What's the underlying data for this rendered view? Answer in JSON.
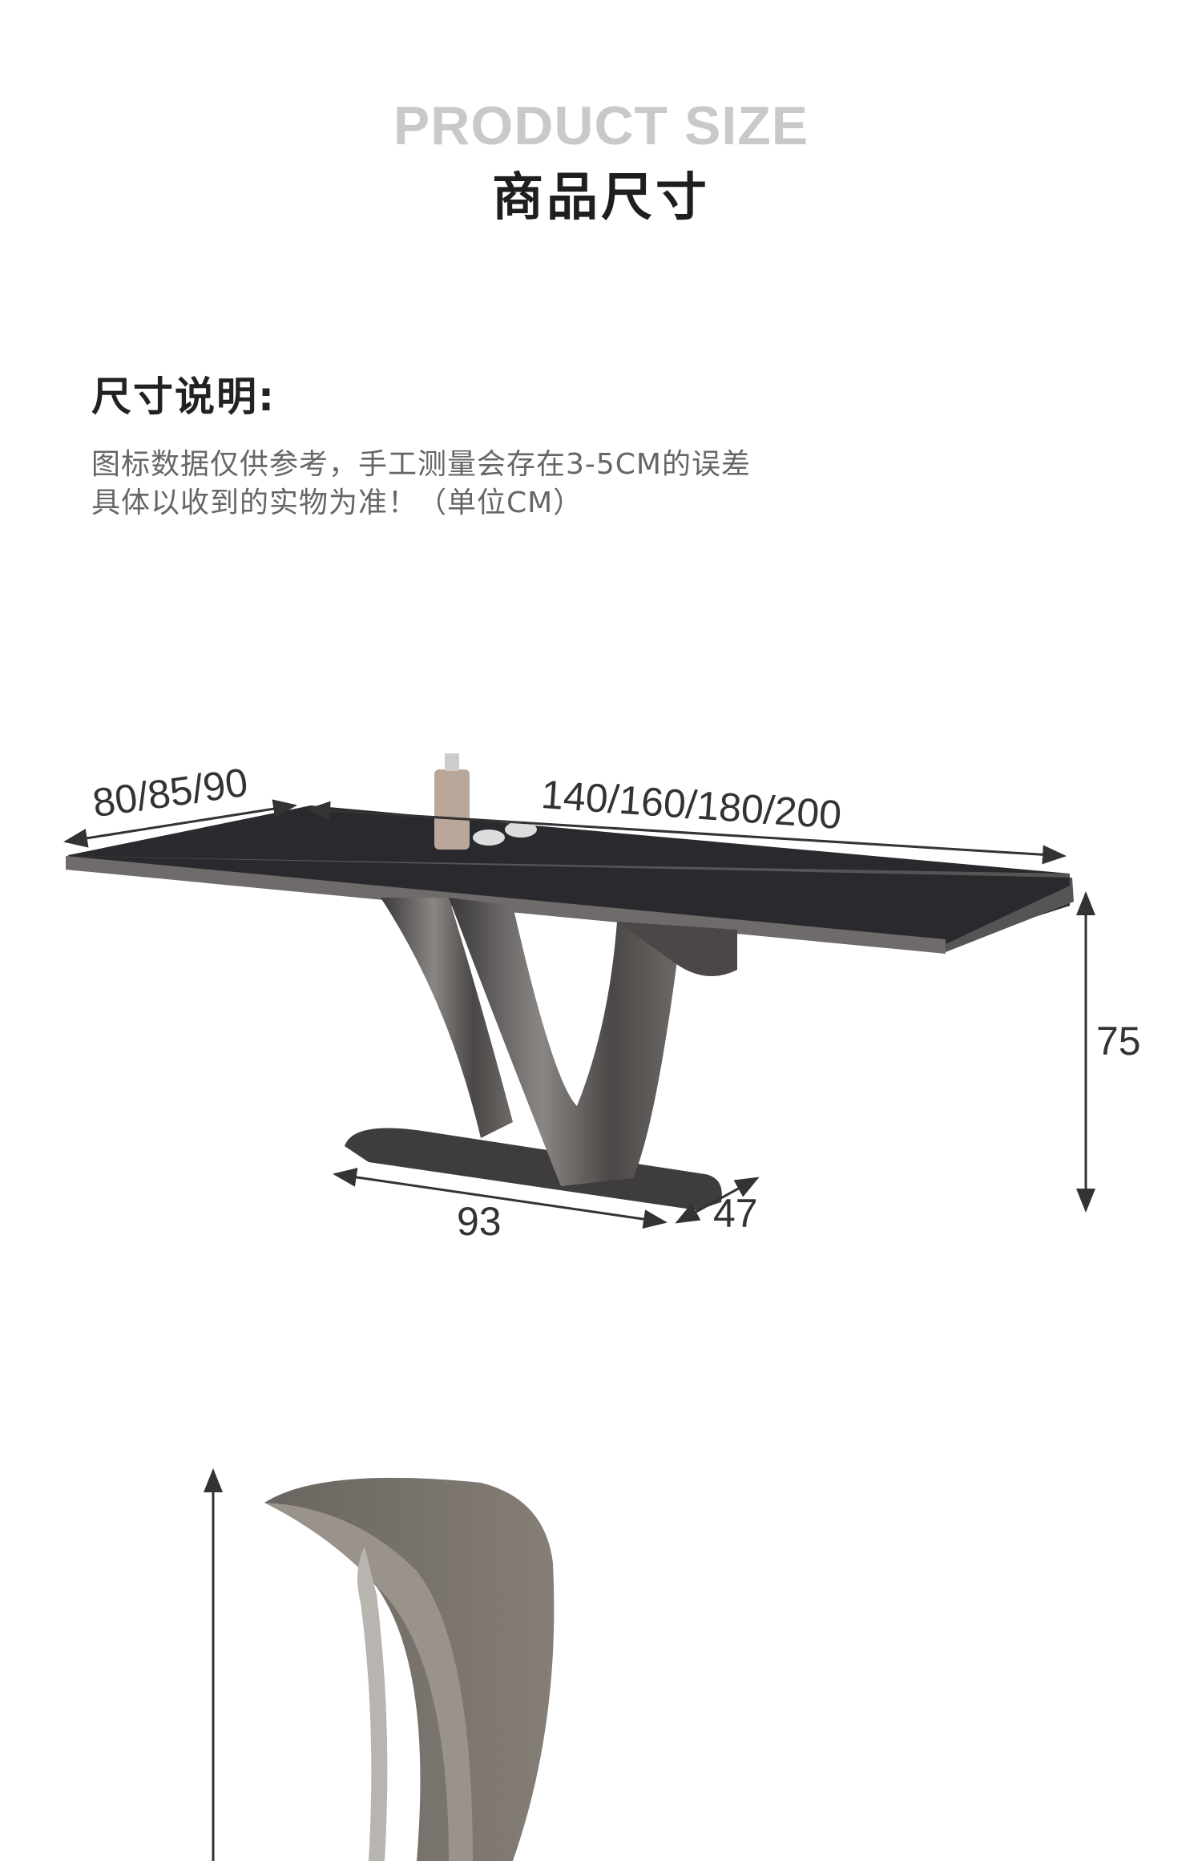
{
  "header": {
    "title_en": "PRODUCT SIZE",
    "title_zh": "商品尺寸"
  },
  "note": {
    "heading": "尺寸说明:",
    "lines": [
      "图标数据仅供参考，手工测量会存在3-5CM的误差",
      "具体以收到的实物为准！（单位CM）"
    ]
  },
  "table_dimensions": {
    "depth": "80/85/90",
    "length": "140/160/180/200",
    "height": "75",
    "base_length": "93",
    "base_width": "47"
  },
  "colors": {
    "title_en": "#c9c9c9",
    "text": "#222222",
    "metal": "#5b5856",
    "top": "#2a2a2e"
  }
}
